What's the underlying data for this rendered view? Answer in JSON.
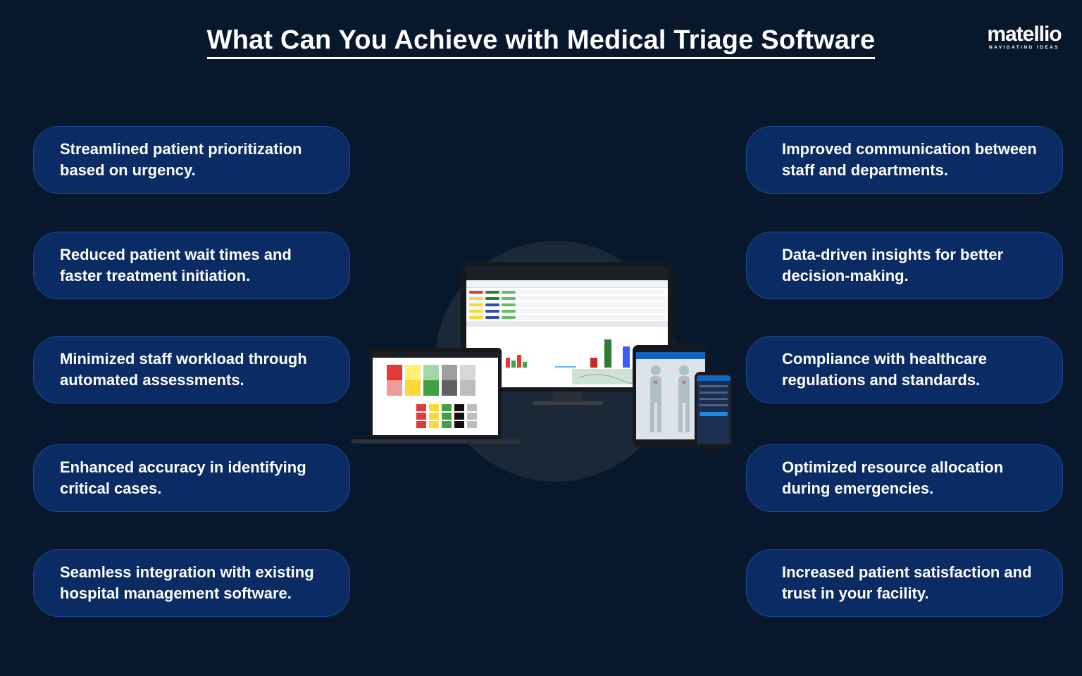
{
  "header": {
    "title": "What Can You Achieve with Medical Triage Software"
  },
  "logo": {
    "name": "matellio",
    "tagline": "NAVIGATING IDEAS"
  },
  "colors": {
    "background": "#07182c",
    "card": "#0a2b63",
    "card_border": "#1d4a92",
    "text": "#ffffff"
  },
  "benefits_left": [
    "Streamlined patient prioritization based on urgency.",
    "Reduced patient wait times and faster treatment initiation.",
    "Minimized staff workload through automated assessments.",
    "Enhanced accuracy in identifying critical cases.",
    "Seamless integration with existing hospital management software."
  ],
  "benefits_right": [
    "Improved communication between staff and departments.",
    "Data-driven insights for better decision-making.",
    "Compliance with healthcare regulations and standards.",
    "Optimized resource allocation during emergencies.",
    "Increased patient satisfaction and trust in your facility."
  ]
}
